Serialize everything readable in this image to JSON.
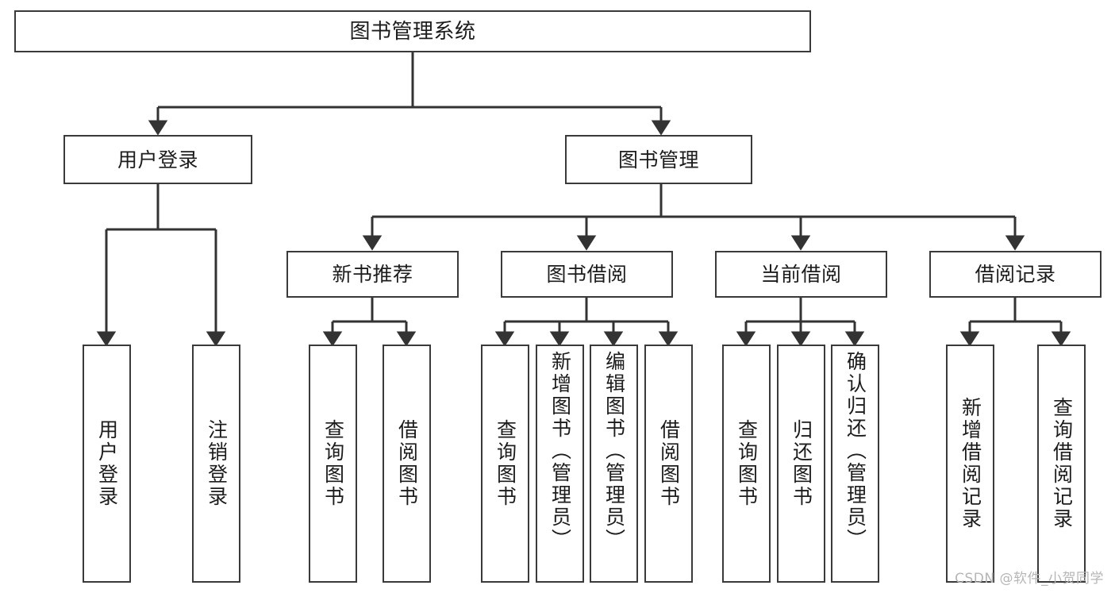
{
  "diagram": {
    "title": "图书管理系统",
    "type": "hierarchy-tree",
    "watermark": "CSDN @软件_小贺同学",
    "colors": {
      "background": "#ffffff",
      "box_border": "#3a3a3a",
      "edge": "#333333",
      "text": "#1c1c1c",
      "watermark": "#b6b6b6"
    },
    "tiers": {
      "root": {
        "label": "图书管理系统"
      },
      "level2": [
        {
          "id": "user-login",
          "label": "用户登录"
        },
        {
          "id": "book-manage",
          "label": "图书管理"
        }
      ],
      "level3": [
        {
          "id": "new-book-recommend",
          "label": "新书推荐",
          "parent": "book-manage"
        },
        {
          "id": "book-borrow",
          "label": "图书借阅",
          "parent": "book-manage"
        },
        {
          "id": "current-borrow",
          "label": "当前借阅",
          "parent": "book-manage"
        },
        {
          "id": "borrow-record",
          "label": "借阅记录",
          "parent": "book-manage"
        }
      ],
      "leaves": [
        {
          "id": "leaf-user-login",
          "label": "用户登录",
          "parent": "user-login"
        },
        {
          "id": "leaf-user-logout",
          "label": "注销登录",
          "parent": "user-login"
        },
        {
          "id": "leaf-query-book-1",
          "label": "查询图书",
          "parent": "new-book-recommend"
        },
        {
          "id": "leaf-borrow-book-1",
          "label": "借阅图书",
          "parent": "new-book-recommend"
        },
        {
          "id": "leaf-query-book-2",
          "label": "查询图书",
          "parent": "book-borrow"
        },
        {
          "id": "leaf-add-book",
          "label": "新增图书（管理员）",
          "parent": "book-borrow"
        },
        {
          "id": "leaf-edit-book",
          "label": "编辑图书（管理员）",
          "parent": "book-borrow"
        },
        {
          "id": "leaf-borrow-book-2",
          "label": "借阅图书",
          "parent": "book-borrow"
        },
        {
          "id": "leaf-query-book-3",
          "label": "查询图书",
          "parent": "current-borrow"
        },
        {
          "id": "leaf-return-book",
          "label": "归还图书",
          "parent": "current-borrow"
        },
        {
          "id": "leaf-confirm-return",
          "label": "确认归还（管理员）",
          "parent": "current-borrow"
        },
        {
          "id": "leaf-add-record",
          "label": "新增借阅记录",
          "parent": "borrow-record"
        },
        {
          "id": "leaf-query-record",
          "label": "查询借阅记录",
          "parent": "borrow-record"
        }
      ]
    }
  }
}
